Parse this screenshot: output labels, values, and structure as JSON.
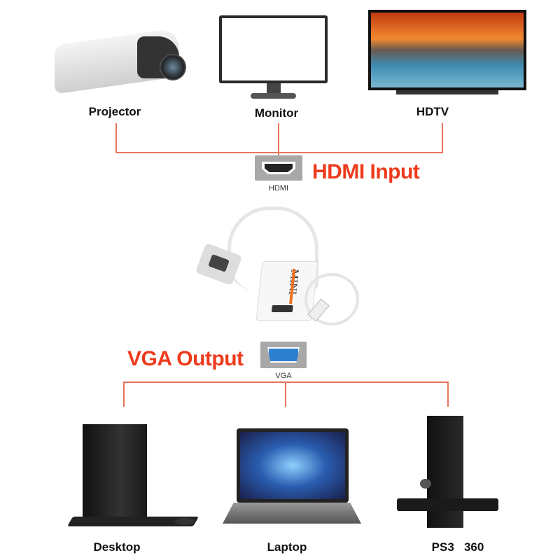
{
  "top_devices": [
    {
      "label": "Projector"
    },
    {
      "label": "Monitor"
    },
    {
      "label": "HDTV"
    }
  ],
  "bottom_devices": [
    {
      "label": "Desktop"
    },
    {
      "label": "Laptop"
    },
    {
      "label": "PS3   360"
    }
  ],
  "input": {
    "title": "HDMI Input",
    "port_label": "HDMI"
  },
  "output": {
    "title": "VGA Output",
    "port_label": "VGA"
  },
  "adapter": {
    "brand": "MINI"
  },
  "colors": {
    "accent": "#ee3a1c",
    "connector_line": "#e8735a"
  }
}
